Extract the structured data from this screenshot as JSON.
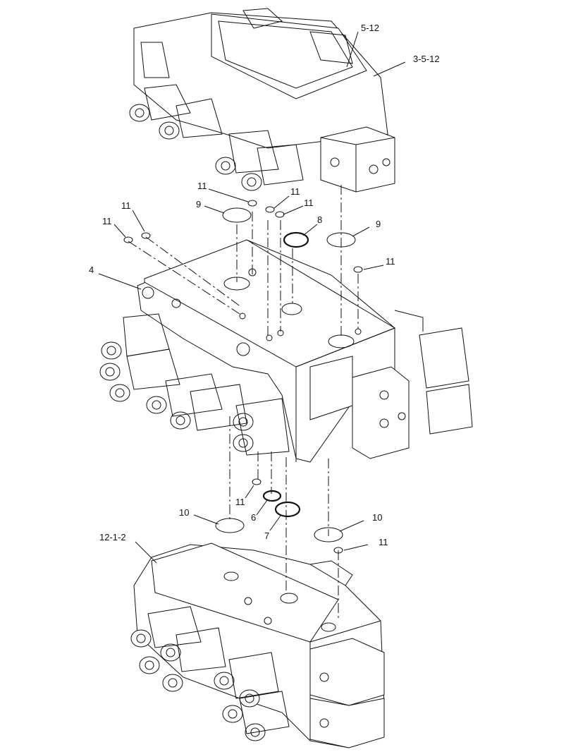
{
  "callouts": {
    "c5_12": "5-12",
    "c3_5_12": "3-5-12",
    "c11_a": "11",
    "c11_b": "11",
    "c11_c": "11",
    "c11_d": "11",
    "c11_e": "11",
    "c11_f": "11",
    "c11_g": "11",
    "c11_h": "11",
    "c9_a": "9",
    "c9_b": "9",
    "c8": "8",
    "c4": "4",
    "c10_a": "10",
    "c10_b": "10",
    "c6": "6",
    "c7": "7",
    "c12_1_2": "12-1-2"
  },
  "colors": {
    "ink": "#111111",
    "paper": "#ffffff"
  }
}
